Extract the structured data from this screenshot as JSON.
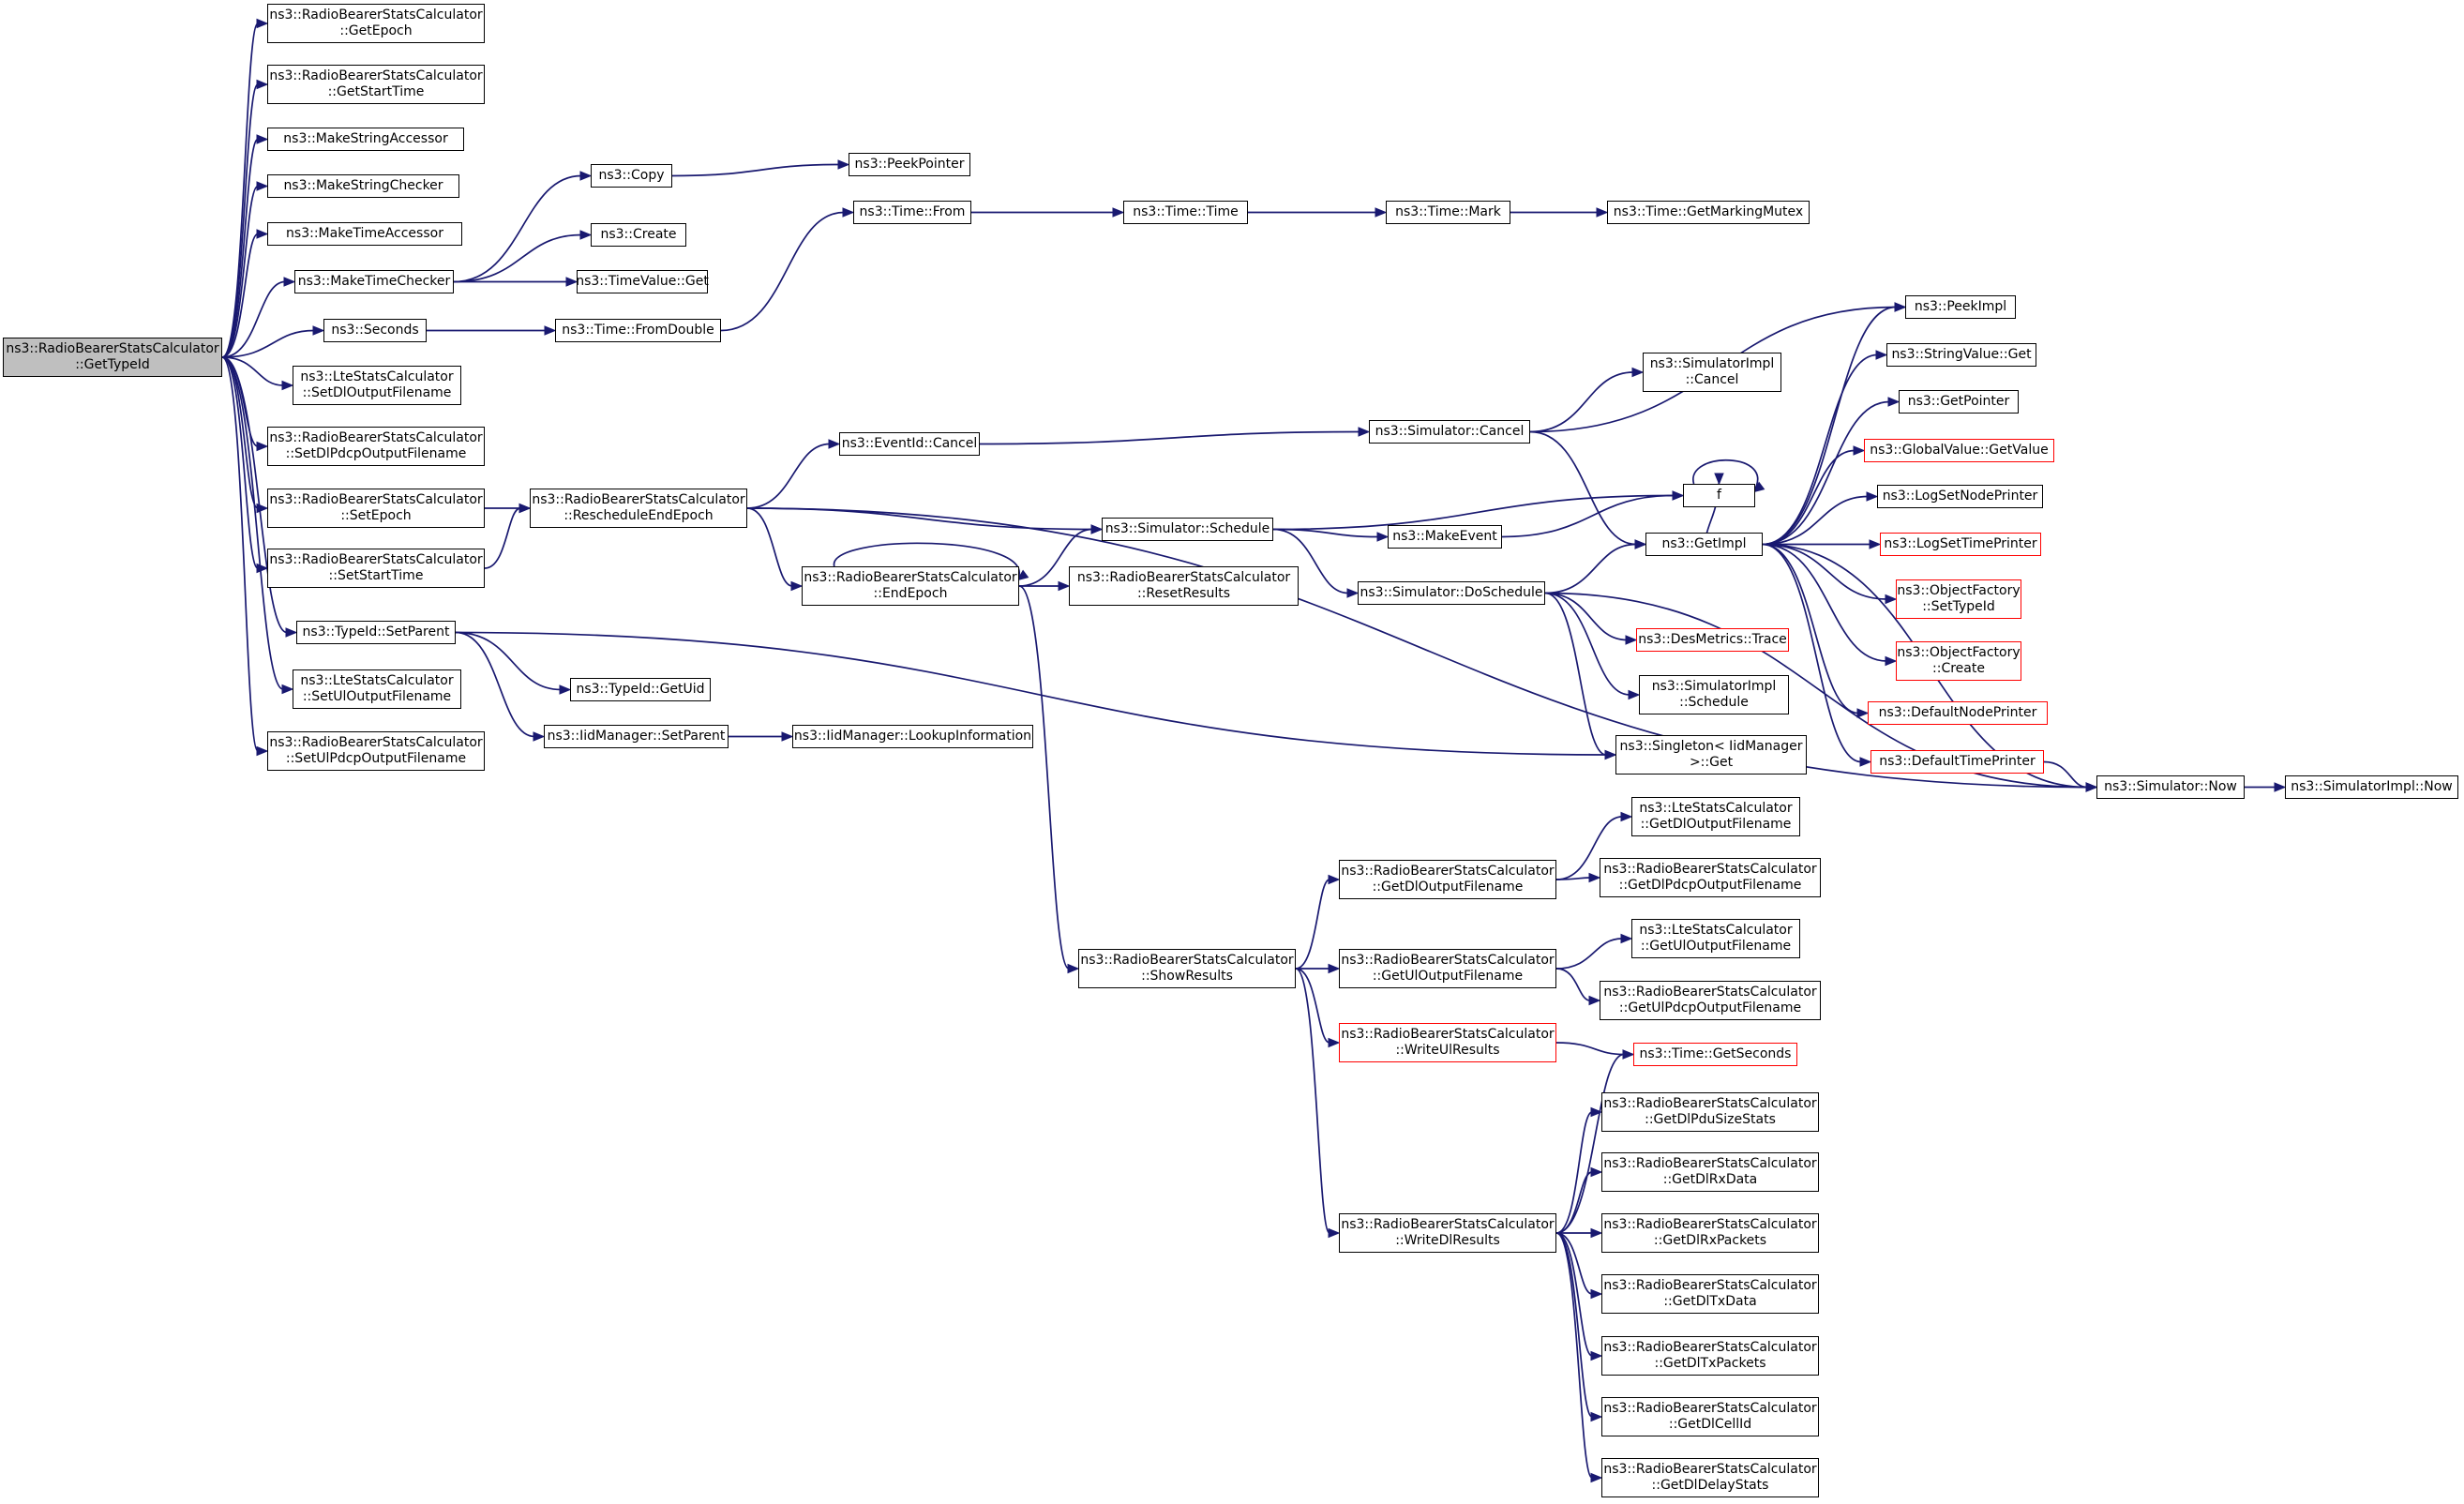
{
  "colors": {
    "edge": "#191970",
    "node_border": "#000000",
    "truncated_border": "#ff0000",
    "root_fill": "#bfbfbf"
  },
  "nodes": [
    {
      "id": "root",
      "lines": [
        "ns3::RadioBearerStatsCalculator",
        "::GetTypeId"
      ],
      "style": "root"
    },
    {
      "id": "rb_getepoch",
      "lines": [
        "ns3::RadioBearerStatsCalculator",
        "::GetEpoch"
      ]
    },
    {
      "id": "rb_getstarttime",
      "lines": [
        "ns3::RadioBearerStatsCalculator",
        "::GetStartTime"
      ]
    },
    {
      "id": "makestringaccessor",
      "lines": [
        "ns3::MakeStringAccessor"
      ]
    },
    {
      "id": "makestringchecker",
      "lines": [
        "ns3::MakeStringChecker"
      ]
    },
    {
      "id": "maketimeaccessor",
      "lines": [
        "ns3::MakeTimeAccessor"
      ]
    },
    {
      "id": "maketimechecker",
      "lines": [
        "ns3::MakeTimeChecker"
      ]
    },
    {
      "id": "seconds",
      "lines": [
        "ns3::Seconds"
      ]
    },
    {
      "id": "lte_setdl",
      "lines": [
        "ns3::LteStatsCalculator",
        "::SetDlOutputFilename"
      ]
    },
    {
      "id": "rb_setdlpdcp",
      "lines": [
        "ns3::RadioBearerStatsCalculator",
        "::SetDlPdcpOutputFilename"
      ]
    },
    {
      "id": "rb_setepoch",
      "lines": [
        "ns3::RadioBearerStatsCalculator",
        "::SetEpoch"
      ]
    },
    {
      "id": "rb_setstarttime",
      "lines": [
        "ns3::RadioBearerStatsCalculator",
        "::SetStartTime"
      ]
    },
    {
      "id": "typeid_setparent",
      "lines": [
        "ns3::TypeId::SetParent"
      ]
    },
    {
      "id": "lte_setul",
      "lines": [
        "ns3::LteStatsCalculator",
        "::SetUlOutputFilename"
      ]
    },
    {
      "id": "rb_setulpdcp",
      "lines": [
        "ns3::RadioBearerStatsCalculator",
        "::SetUlPdcpOutputFilename"
      ]
    },
    {
      "id": "copy",
      "lines": [
        "ns3::Copy"
      ]
    },
    {
      "id": "create",
      "lines": [
        "ns3::Create"
      ]
    },
    {
      "id": "timevalue_get",
      "lines": [
        "ns3::TimeValue::Get"
      ]
    },
    {
      "id": "peekpointer",
      "lines": [
        "ns3::PeekPointer"
      ]
    },
    {
      "id": "time_fromdouble",
      "lines": [
        "ns3::Time::FromDouble"
      ]
    },
    {
      "id": "time_from",
      "lines": [
        "ns3::Time::From"
      ]
    },
    {
      "id": "time_time",
      "lines": [
        "ns3::Time::Time"
      ]
    },
    {
      "id": "time_mark",
      "lines": [
        "ns3::Time::Mark"
      ]
    },
    {
      "id": "time_getmarkingmutex",
      "lines": [
        "ns3::Time::GetMarkingMutex"
      ]
    },
    {
      "id": "rb_reschedule",
      "lines": [
        "ns3::RadioBearerStatsCalculator",
        "::RescheduleEndEpoch"
      ]
    },
    {
      "id": "eventid_cancel",
      "lines": [
        "ns3::EventId::Cancel"
      ]
    },
    {
      "id": "rb_endepoch",
      "lines": [
        "ns3::RadioBearerStatsCalculator",
        "::EndEpoch"
      ]
    },
    {
      "id": "typeid_getuid",
      "lines": [
        "ns3::TypeId::GetUid"
      ]
    },
    {
      "id": "iid_setparent",
      "lines": [
        "ns3::IidManager::SetParent"
      ]
    },
    {
      "id": "iid_lookup",
      "lines": [
        "ns3::IidManager::LookupInformation"
      ]
    },
    {
      "id": "sim_schedule",
      "lines": [
        "ns3::Simulator::Schedule"
      ]
    },
    {
      "id": "rb_resetresults",
      "lines": [
        "ns3::RadioBearerStatsCalculator",
        "::ResetResults"
      ]
    },
    {
      "id": "makeevent",
      "lines": [
        "ns3::MakeEvent"
      ]
    },
    {
      "id": "sim_cancel",
      "lines": [
        "ns3::Simulator::Cancel"
      ]
    },
    {
      "id": "simimpl_cancel",
      "lines": [
        "ns3::SimulatorImpl",
        "::Cancel"
      ]
    },
    {
      "id": "f",
      "lines": [
        "f"
      ]
    },
    {
      "id": "getimpl",
      "lines": [
        "ns3::GetImpl"
      ]
    },
    {
      "id": "sim_doschedule",
      "lines": [
        "ns3::Simulator::DoSchedule"
      ]
    },
    {
      "id": "desmetrics_trace",
      "lines": [
        "ns3::DesMetrics::Trace"
      ],
      "style": "red"
    },
    {
      "id": "simimpl_schedule",
      "lines": [
        "ns3::SimulatorImpl",
        "::Schedule"
      ]
    },
    {
      "id": "singleton_get",
      "lines": [
        "ns3::Singleton< IidManager",
        ">::Get"
      ]
    },
    {
      "id": "peekimpl",
      "lines": [
        "ns3::PeekImpl"
      ]
    },
    {
      "id": "stringvalue_get",
      "lines": [
        "ns3::StringValue::Get"
      ]
    },
    {
      "id": "getpointer",
      "lines": [
        "ns3::GetPointer"
      ]
    },
    {
      "id": "globalvalue_getvalue",
      "lines": [
        "ns3::GlobalValue::GetValue"
      ],
      "style": "red"
    },
    {
      "id": "logsetnodeprinter",
      "lines": [
        "ns3::LogSetNodePrinter"
      ]
    },
    {
      "id": "logsettimeprinter",
      "lines": [
        "ns3::LogSetTimePrinter"
      ],
      "style": "red"
    },
    {
      "id": "objfactory_settypeid",
      "lines": [
        "ns3::ObjectFactory",
        "::SetTypeId"
      ],
      "style": "red"
    },
    {
      "id": "objfactory_create",
      "lines": [
        "ns3::ObjectFactory",
        "::Create"
      ],
      "style": "red"
    },
    {
      "id": "defaultnodeprinter",
      "lines": [
        "ns3::DefaultNodePrinter"
      ],
      "style": "red"
    },
    {
      "id": "defaulttimeprinter",
      "lines": [
        "ns3::DefaultTimePrinter"
      ],
      "style": "red"
    },
    {
      "id": "sim_now",
      "lines": [
        "ns3::Simulator::Now"
      ]
    },
    {
      "id": "simimpl_now",
      "lines": [
        "ns3::SimulatorImpl::Now"
      ]
    },
    {
      "id": "rb_showresults",
      "lines": [
        "ns3::RadioBearerStatsCalculator",
        "::ShowResults"
      ]
    },
    {
      "id": "rb_getdlout",
      "lines": [
        "ns3::RadioBearerStatsCalculator",
        "::GetDlOutputFilename"
      ]
    },
    {
      "id": "rb_getulout",
      "lines": [
        "ns3::RadioBearerStatsCalculator",
        "::GetUlOutputFilename"
      ]
    },
    {
      "id": "rb_writeul",
      "lines": [
        "ns3::RadioBearerStatsCalculator",
        "::WriteUlResults"
      ],
      "style": "red"
    },
    {
      "id": "rb_writedl",
      "lines": [
        "ns3::RadioBearerStatsCalculator",
        "::WriteDlResults"
      ]
    },
    {
      "id": "lte_getdlout",
      "lines": [
        "ns3::LteStatsCalculator",
        "::GetDlOutputFilename"
      ]
    },
    {
      "id": "rb_getdlpdcpout",
      "lines": [
        "ns3::RadioBearerStatsCalculator",
        "::GetDlPdcpOutputFilename"
      ]
    },
    {
      "id": "lte_getulout",
      "lines": [
        "ns3::LteStatsCalculator",
        "::GetUlOutputFilename"
      ]
    },
    {
      "id": "rb_getulpdcpout",
      "lines": [
        "ns3::RadioBearerStatsCalculator",
        "::GetUlPdcpOutputFilename"
      ]
    },
    {
      "id": "time_getseconds",
      "lines": [
        "ns3::Time::GetSeconds"
      ],
      "style": "red"
    },
    {
      "id": "rb_getdlpdusizestats",
      "lines": [
        "ns3::RadioBearerStatsCalculator",
        "::GetDlPduSizeStats"
      ]
    },
    {
      "id": "rb_getdlrxdata",
      "lines": [
        "ns3::RadioBearerStatsCalculator",
        "::GetDlRxData"
      ]
    },
    {
      "id": "rb_getdlrxpackets",
      "lines": [
        "ns3::RadioBearerStatsCalculator",
        "::GetDlRxPackets"
      ]
    },
    {
      "id": "rb_getdltxdata",
      "lines": [
        "ns3::RadioBearerStatsCalculator",
        "::GetDlTxData"
      ]
    },
    {
      "id": "rb_getdltxpackets",
      "lines": [
        "ns3::RadioBearerStatsCalculator",
        "::GetDlTxPackets"
      ]
    },
    {
      "id": "rb_getdlcellid",
      "lines": [
        "ns3::RadioBearerStatsCalculator",
        "::GetDlCellId"
      ]
    },
    {
      "id": "rb_getdldelaystats",
      "lines": [
        "ns3::RadioBearerStatsCalculator",
        "::GetDlDelayStats"
      ]
    }
  ],
  "edges": [
    [
      "root",
      "rb_getepoch"
    ],
    [
      "root",
      "rb_getstarttime"
    ],
    [
      "root",
      "makestringaccessor"
    ],
    [
      "root",
      "makestringchecker"
    ],
    [
      "root",
      "maketimeaccessor"
    ],
    [
      "root",
      "maketimechecker"
    ],
    [
      "root",
      "seconds"
    ],
    [
      "root",
      "lte_setdl"
    ],
    [
      "root",
      "rb_setdlpdcp"
    ],
    [
      "root",
      "rb_setepoch"
    ],
    [
      "root",
      "rb_setstarttime"
    ],
    [
      "root",
      "typeid_setparent"
    ],
    [
      "root",
      "lte_setul"
    ],
    [
      "root",
      "rb_setulpdcp"
    ],
    [
      "maketimechecker",
      "copy"
    ],
    [
      "maketimechecker",
      "create"
    ],
    [
      "maketimechecker",
      "timevalue_get"
    ],
    [
      "copy",
      "peekpointer"
    ],
    [
      "seconds",
      "time_fromdouble"
    ],
    [
      "time_fromdouble",
      "time_from"
    ],
    [
      "time_from",
      "time_time"
    ],
    [
      "time_time",
      "time_mark"
    ],
    [
      "time_mark",
      "time_getmarkingmutex"
    ],
    [
      "rb_setepoch",
      "rb_reschedule"
    ],
    [
      "rb_setstarttime",
      "rb_reschedule"
    ],
    [
      "rb_reschedule",
      "eventid_cancel"
    ],
    [
      "rb_reschedule",
      "sim_schedule"
    ],
    [
      "rb_reschedule",
      "rb_endepoch"
    ],
    [
      "rb_reschedule",
      "sim_now"
    ],
    [
      "eventid_cancel",
      "sim_cancel"
    ],
    [
      "rb_endepoch",
      "rb_endepoch"
    ],
    [
      "rb_endepoch",
      "sim_schedule"
    ],
    [
      "rb_endepoch",
      "rb_resetresults"
    ],
    [
      "rb_endepoch",
      "rb_showresults"
    ],
    [
      "typeid_setparent",
      "typeid_getuid"
    ],
    [
      "typeid_setparent",
      "iid_setparent"
    ],
    [
      "typeid_setparent",
      "singleton_get"
    ],
    [
      "iid_setparent",
      "iid_lookup"
    ],
    [
      "sim_schedule",
      "f"
    ],
    [
      "sim_schedule",
      "makeevent"
    ],
    [
      "sim_schedule",
      "sim_doschedule"
    ],
    [
      "makeevent",
      "f"
    ],
    [
      "f",
      "f"
    ],
    [
      "sim_cancel",
      "simimpl_cancel"
    ],
    [
      "sim_cancel",
      "getimpl"
    ],
    [
      "sim_cancel",
      "peekimpl"
    ],
    [
      "sim_doschedule",
      "getimpl"
    ],
    [
      "sim_doschedule",
      "desmetrics_trace"
    ],
    [
      "sim_doschedule",
      "simimpl_schedule"
    ],
    [
      "sim_doschedule",
      "singleton_get"
    ],
    [
      "sim_doschedule",
      "sim_now"
    ],
    [
      "getimpl",
      "f"
    ],
    [
      "getimpl",
      "peekimpl"
    ],
    [
      "getimpl",
      "stringvalue_get"
    ],
    [
      "getimpl",
      "getpointer"
    ],
    [
      "getimpl",
      "globalvalue_getvalue"
    ],
    [
      "getimpl",
      "logsetnodeprinter"
    ],
    [
      "getimpl",
      "logsettimeprinter"
    ],
    [
      "getimpl",
      "objfactory_settypeid"
    ],
    [
      "getimpl",
      "objfactory_create"
    ],
    [
      "getimpl",
      "defaultnodeprinter"
    ],
    [
      "getimpl",
      "defaulttimeprinter"
    ],
    [
      "getimpl",
      "sim_now"
    ],
    [
      "defaulttimeprinter",
      "sim_now"
    ],
    [
      "sim_now",
      "simimpl_now"
    ],
    [
      "rb_showresults",
      "rb_getdlout"
    ],
    [
      "rb_showresults",
      "rb_getulout"
    ],
    [
      "rb_showresults",
      "rb_writeul"
    ],
    [
      "rb_showresults",
      "rb_writedl"
    ],
    [
      "rb_getdlout",
      "lte_getdlout"
    ],
    [
      "rb_getdlout",
      "rb_getdlpdcpout"
    ],
    [
      "rb_getulout",
      "lte_getulout"
    ],
    [
      "rb_getulout",
      "rb_getulpdcpout"
    ],
    [
      "rb_writeul",
      "time_getseconds"
    ],
    [
      "rb_writedl",
      "time_getseconds"
    ],
    [
      "rb_writedl",
      "rb_getdlpdusizestats"
    ],
    [
      "rb_writedl",
      "rb_getdlrxdata"
    ],
    [
      "rb_writedl",
      "rb_getdlrxpackets"
    ],
    [
      "rb_writedl",
      "rb_getdltxdata"
    ],
    [
      "rb_writedl",
      "rb_getdltxpackets"
    ],
    [
      "rb_writedl",
      "rb_getdlcellid"
    ],
    [
      "rb_writedl",
      "rb_getdldelaystats"
    ]
  ]
}
